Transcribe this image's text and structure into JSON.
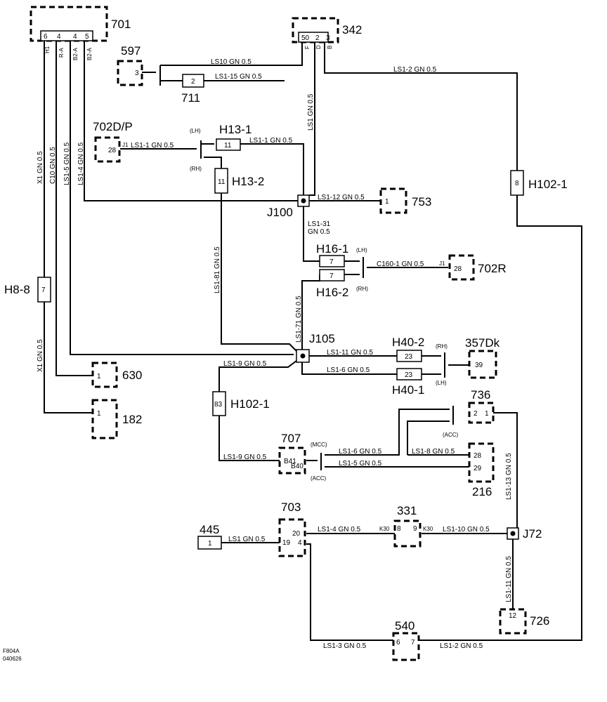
{
  "connectors": {
    "c701": "701",
    "c342": "342",
    "c597": "597",
    "c711": "711",
    "c702dp": "702D/P",
    "c753": "753",
    "c702r": "702R",
    "c357dk": "357Dk",
    "c630": "630",
    "c182": "182",
    "c736": "736",
    "c707": "707",
    "c216": "216",
    "c703": "703",
    "c331": "331",
    "c445": "445",
    "c726": "726",
    "c540": "540"
  },
  "inline": {
    "h13_1": "H13-1",
    "h13_2": "H13-2",
    "h102_1a": "H102-1",
    "h16_1": "H16-1",
    "h16_2": "H16-2",
    "h8_8": "H8-8",
    "h40_2": "H40-2",
    "h40_1": "H40-1",
    "h102_1b": "H102-1"
  },
  "junctions": {
    "j100": "J100",
    "j105": "J105",
    "j72": "J72"
  },
  "pins": {
    "p701_6": "6",
    "p701_4a": "4",
    "p701_4b": "4",
    "p701_5": "5",
    "p342_50": "50",
    "p342_2": "2",
    "p342_3": "3",
    "p597": "3",
    "p711": "2",
    "p702dp": "28",
    "p702dp_j": "J1",
    "p_h13_1": "11",
    "p_h13_2": "11",
    "p_h102a": "8",
    "p753": "1",
    "p_h16_1": "7",
    "p_h16_2": "7",
    "p702r": "28",
    "p702r_j": "J1",
    "p_h8": "7",
    "p_h40_2": "23",
    "p_h40_1": "23",
    "p357": "39",
    "p630": "1",
    "p182": "1",
    "p_h102b": "83",
    "p736a": "2",
    "p736b": "1",
    "p707a": "B41",
    "p707b": "B40",
    "p216a": "28",
    "p216b": "29",
    "p703a": "20",
    "p703b": "19",
    "p703c": "4",
    "p331a": "8",
    "p331a_l": "K30",
    "p331b": "9",
    "p331b_l": "K30",
    "p445": "1",
    "p726": "12",
    "p540a": "6",
    "p540b": "7"
  },
  "pin_labels": {
    "h1": "H1",
    "ra": "R-A",
    "b2a1": "B2-A",
    "b2a2": "B2-A",
    "f": "F",
    "d": "D",
    "b": "B"
  },
  "wires": {
    "ls10": "LS10  GN  0.5",
    "ls1_15": "LS1-15 GN  0.5",
    "ls1_2_top": "LS1-2  GN  0.5",
    "ls1_v": "LS1  GN  0.5",
    "ls1_1a": "LS1-1  GN  0.5",
    "ls1_1b": "LS1-1  GN  0.5",
    "ls1_12": "LS1-12  GN  0.5",
    "ls1_31a": "LS1-31",
    "ls1_31b": "GN  0.5",
    "c160_1": "C160-1  GN  0.5",
    "x1_top": "X1  GN  0.5",
    "c10": "C10  GN  0.5",
    "ls1_5v": "LS1-5 GN  0.5",
    "ls1_4v": "LS1-4  GN  0.5",
    "ls1_81": "LS1-81  GN  0.5",
    "ls1_71": "LS1-71  GN  0.5",
    "ls1_11": "LS1-11  GN  0.5",
    "ls1_6a": "LS1-6  GN  0.5",
    "ls1_9a": "LS1-9  GN  0.5",
    "x1_bot": "X1  GN  0.5",
    "ls1_6b": "LS1-6  GN  0.5",
    "ls1_8": "LS1-8  GN  0.5",
    "ls1_9b": "LS1-9  GN  0.5",
    "ls1_5": "LS1-5  GN  0.5",
    "ls1_13": "LS1-13  GN  0.5",
    "ls1_4h": "LS1-4  GN  0.5",
    "ls1_10": "LS1-10  GN  0.5",
    "ls1_h": "LS1  GN  0.5",
    "ls1_11v": "LS1-11  GN  0.5",
    "ls1_3": "LS1-3  GN  0.5",
    "ls1_2_bot": "LS1-2  GN  0.5"
  },
  "notes": {
    "lh1": "(LH)",
    "rh1": "(RH)",
    "lh2": "(LH)",
    "rh2": "(RH)",
    "rh3": "(RH)",
    "lh3": "(LH)",
    "acc1": "(ACC)",
    "mcc": "(MCC)",
    "acc2": "(ACC)"
  },
  "footer": {
    "code": "F804A",
    "date": "040626"
  }
}
